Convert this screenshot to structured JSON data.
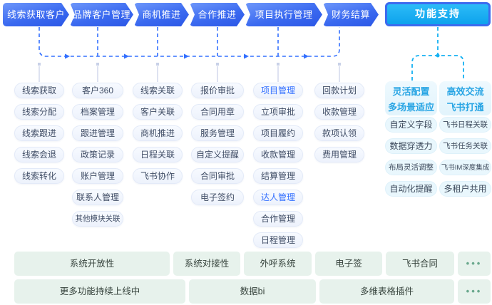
{
  "flow": {
    "stages": [
      "线索获取客户",
      "品牌客户管理",
      "商机推进",
      "合作推进",
      "项目执行管理",
      "财务结算"
    ],
    "support_button": "功能支持"
  },
  "columns": [
    {
      "items": [
        "线索获取",
        "线索分配",
        "线索跟进",
        "线索会退",
        "线索转化"
      ]
    },
    {
      "items": [
        "客户360",
        "档案管理",
        "跟进管理",
        "政策记录",
        "账户管理",
        "联系人管理",
        "其他模块关联"
      ]
    },
    {
      "items": [
        "线索关联",
        "客户关联",
        "商机推进",
        "日程关联",
        "飞书协作"
      ]
    },
    {
      "items": [
        "报价审批",
        "合同用章",
        "服务管理",
        "自定义提醒",
        "合同审批",
        "电子签约"
      ]
    },
    {
      "items": [
        "项目管理",
        "立项审批",
        "项目履约",
        "收款管理",
        "结算管理",
        "达人管理",
        "合作管理",
        "日程管理"
      ]
    },
    {
      "items": [
        "回款计划",
        "收款管理",
        "款项认领",
        "费用管理"
      ]
    }
  ],
  "support": {
    "headers": [
      {
        "line1": "灵活配置",
        "line2": "多场景适应"
      },
      {
        "line1": "高效交流",
        "line2": "飞书打通"
      }
    ],
    "col_a": [
      "自定义字段",
      "数据穿透力",
      "布局灵活调整",
      "自动化提醒"
    ],
    "col_b": [
      "飞书日程关联",
      "飞书任务关联",
      "飞书IM深度集成",
      "多租户共用"
    ]
  },
  "bottom": {
    "row1": [
      "系统开放性",
      "系统对接性",
      "外呼系统",
      "电子签",
      "飞书合同",
      "•••"
    ],
    "row2": [
      "更多功能持续上线中",
      "数据bi",
      "多维表格插件",
      "•••"
    ]
  },
  "colors": {
    "stage_blue": "#3b6af0",
    "support_cyan": "#14b1f2",
    "support_border_blue": "#3c6bee",
    "highlight_blue": "#3370ff",
    "pill_text": "#414e66",
    "header_cyan": "#29a5e4",
    "connector_blue": "#3370ff",
    "connector_gray": "#d2d9ec",
    "bottom_green_bg": "#e7f2ec",
    "dots_green": "#6ba98e"
  }
}
